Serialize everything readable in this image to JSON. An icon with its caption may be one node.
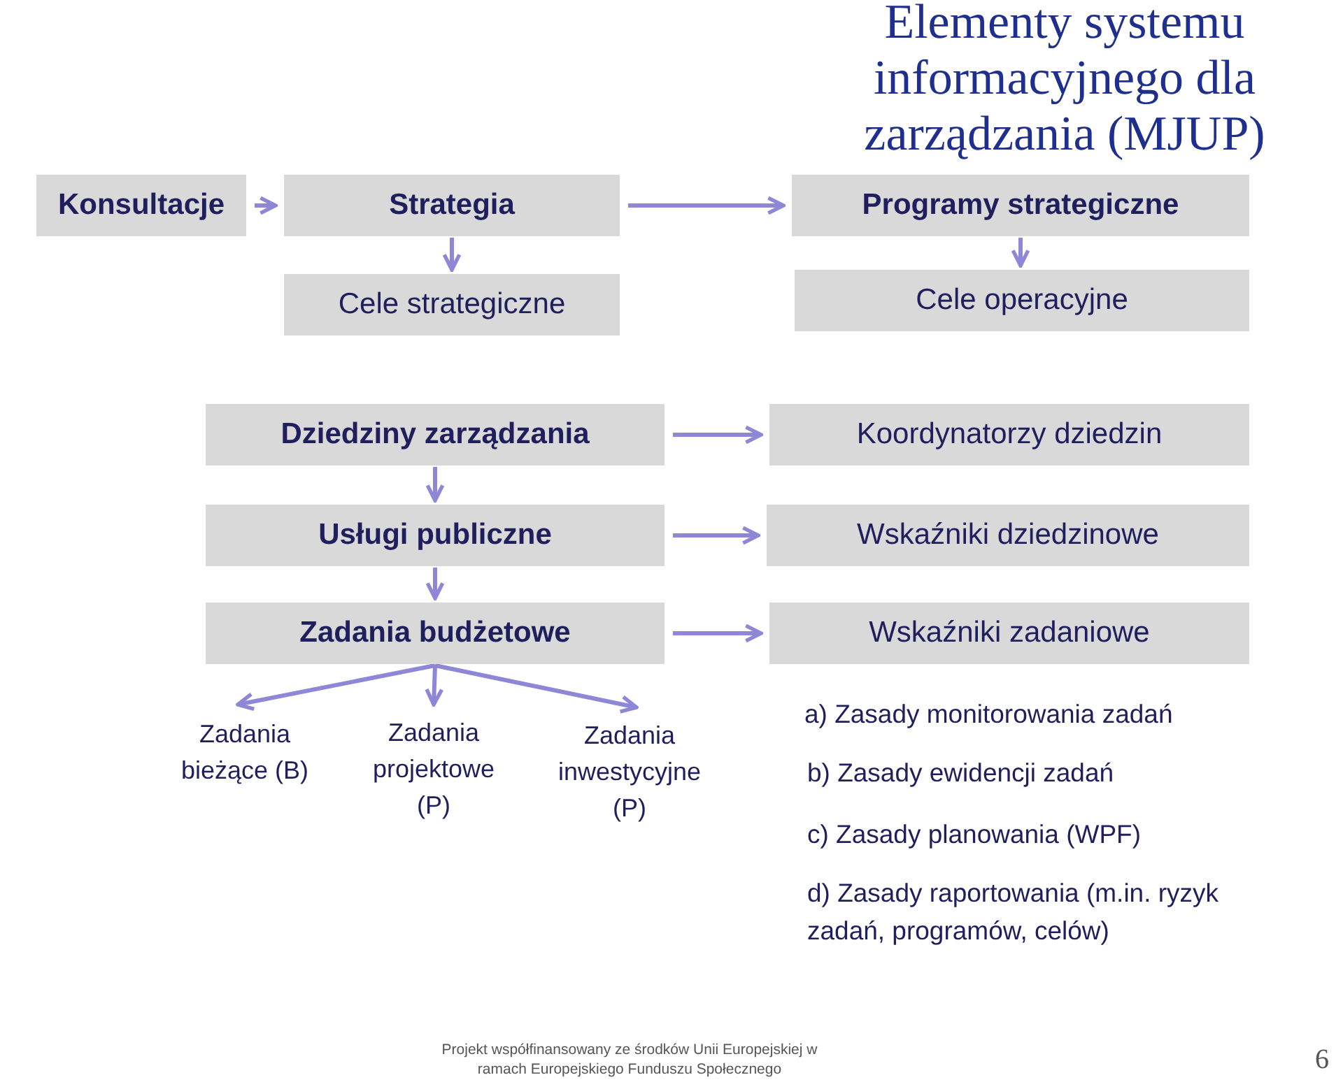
{
  "diagram": {
    "title": "Elementy systemu informacyjnego dla zarządzania (MJUP)",
    "nodes": [
      {
        "text": [
          "Konsultacje"
        ]
      },
      {
        "text": [
          "Strategia"
        ]
      },
      {
        "text": [
          "Programy strategiczne"
        ]
      },
      {
        "text": [
          "Cele strategiczne"
        ]
      },
      {
        "text": [
          "Cele operacyjne"
        ]
      },
      {
        "text": [
          "Dziedziny zarządzania"
        ]
      },
      {
        "text": [
          "Koordynatorzy dziedzin"
        ]
      },
      {
        "text": [
          "Usługi publiczne"
        ]
      },
      {
        "text": [
          "Wskaźniki dziedzinowe"
        ]
      },
      {
        "text": [
          "Zadania budżetowe"
        ]
      },
      {
        "text": [
          "Wskaźniki zadaniowe"
        ]
      },
      {
        "text": [
          "Zadania bieżące (B)"
        ]
      },
      {
        "text": [
          "Zadania projektowe (P)"
        ]
      },
      {
        "text": [
          "Zadania inwestycyjne (P)"
        ]
      }
    ],
    "edges": [
      {
        "from": 0,
        "to": 1,
        "arrow": "to"
      },
      {
        "from": 1,
        "to": 2,
        "arrow": "to"
      },
      {
        "from": 1,
        "to": 3,
        "arrow": "to"
      },
      {
        "from": 2,
        "to": 4,
        "arrow": "to"
      },
      {
        "from": 5,
        "to": 6,
        "arrow": "to"
      },
      {
        "from": 5,
        "to": 7,
        "arrow": "to"
      },
      {
        "from": 7,
        "to": 8,
        "arrow": "to"
      },
      {
        "from": 7,
        "to": 9,
        "arrow": "to"
      },
      {
        "from": 9,
        "to": 10,
        "arrow": "to"
      },
      {
        "from": 9,
        "to": 11,
        "arrow": "to"
      },
      {
        "from": 9,
        "to": 12,
        "arrow": "to"
      },
      {
        "from": 9,
        "to": 13,
        "arrow": "to"
      }
    ],
    "labels": [
      "a) Zasady monitorowania zadań",
      "b) Zasady ewidencji zadań",
      "c) Zasady planowania (WPF)",
      "d) Zasady raportowania (m.in. ryzyk zadań, programów, celów)",
      "Projekt współfinansowany ze środków Unii Europejskiej w ramach Europejskiego Funduszu Społecznego",
      "6"
    ]
  }
}
